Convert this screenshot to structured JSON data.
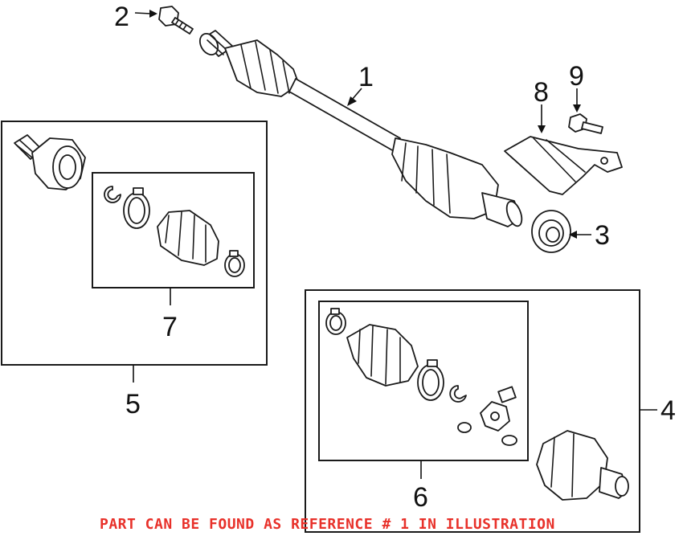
{
  "diagram": {
    "callouts": {
      "c1": "1",
      "c2": "2",
      "c3": "3",
      "c4": "4",
      "c5": "5",
      "c6": "6",
      "c7": "7",
      "c8": "8",
      "c9": "9"
    },
    "note": "PART CAN BE FOUND AS REFERENCE # 1 IN ILLUSTRATION",
    "note_color": "#e8312a"
  }
}
